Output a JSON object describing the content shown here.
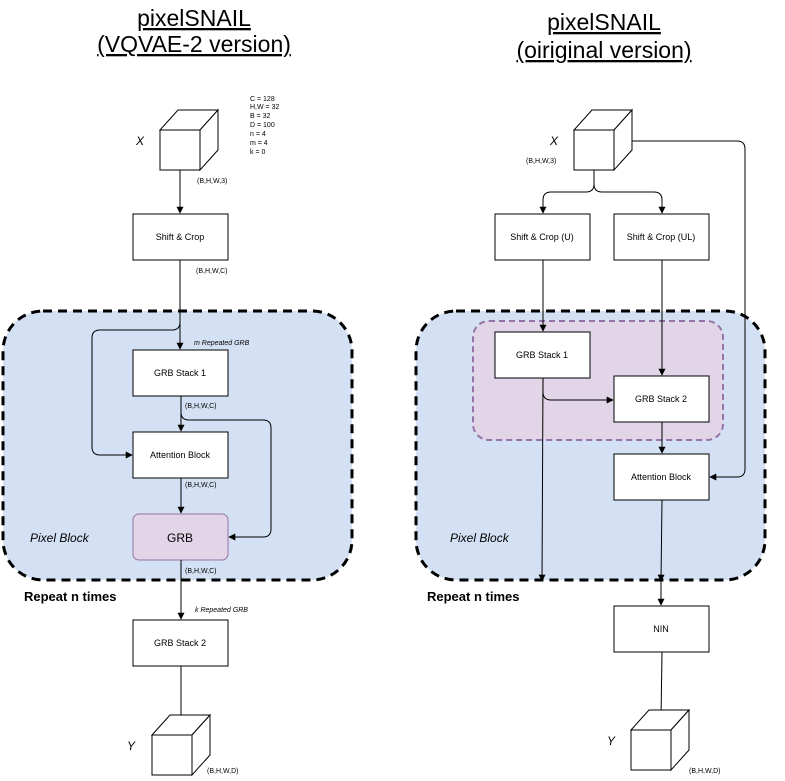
{
  "left": {
    "title_line1": "pixelSNAIL ",
    "title_line2": "(VQVAE-2 version)",
    "input_label": "X",
    "input_shape": "(B,H,W,3)",
    "params": [
      "C = 128",
      "H,W = 32",
      "B = 32",
      "D = 100",
      "n = 4",
      "m = 4",
      "k = 0"
    ],
    "shift_crop": "Shift & Crop",
    "shift_shape": "(B,H,W,C)",
    "m_repeated": "m Repeated GRB",
    "grb_stack1": "GRB Stack 1",
    "grb_stack1_shape": "(B,H,W,C)",
    "attention": "Attention Block",
    "attention_shape": "(B,H,W,C)",
    "grb": "GRB",
    "grb_shape": "(B,H,W,C)",
    "pixel_block": "Pixel Block",
    "repeat": "Repeat n times",
    "k_repeated": "k Repeated GRB",
    "grb_stack2": "GRB Stack 2",
    "output_label": "Y",
    "output_shape": "(B,H,W,D)"
  },
  "right": {
    "title_line1": "pixelSNAIL ",
    "title_line2": "(oiriginal version)",
    "input_label": "X",
    "input_shape": "(B,H,W,3)",
    "shift_u": "Shift & Crop (U)",
    "shift_ul": "Shift & Crop (UL)",
    "grb_stack1": "GRB Stack 1",
    "grb_stack2": "GRB Stack 2",
    "attention": "Attention Block",
    "pixel_block": "Pixel Block",
    "repeat": "Repeat n times",
    "nin": "NIN",
    "output_label": "Y",
    "output_shape": "(B,H,W,D)"
  },
  "colors": {
    "pixel_block_fill": "#d4e1f4",
    "grb_fill": "#e1d5e7",
    "grb_stroke": "#9673a6"
  }
}
